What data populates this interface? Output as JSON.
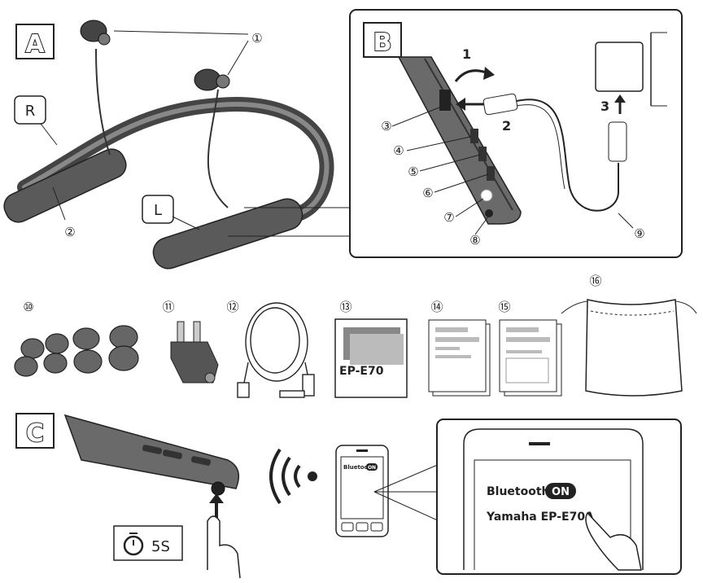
{
  "sections": {
    "a": "A",
    "b": "B",
    "c": "C"
  },
  "tags": {
    "right": "R",
    "left": "L"
  },
  "numbers": {
    "n1": "①",
    "n2": "②",
    "n3": "③",
    "n4": "④",
    "n5": "⑤",
    "n6": "⑥",
    "n7": "⑦",
    "n8": "⑧",
    "n9": "⑨",
    "n10": "⑩",
    "n11": "⑪",
    "n12": "⑫",
    "n13": "⑬",
    "n14": "⑭",
    "n15": "⑮",
    "n16": "⑯"
  },
  "steps": {
    "s1": "1",
    "s2": "2",
    "s3": "3"
  },
  "box_label": "EP-E70",
  "timer_text": "5S",
  "phone_small": {
    "bluetooth": "Bluetooth",
    "on": "ON"
  },
  "phone_zoom": {
    "bluetooth": "Bluetooth",
    "on": "ON",
    "device": "Yamaha EP-E70A"
  }
}
